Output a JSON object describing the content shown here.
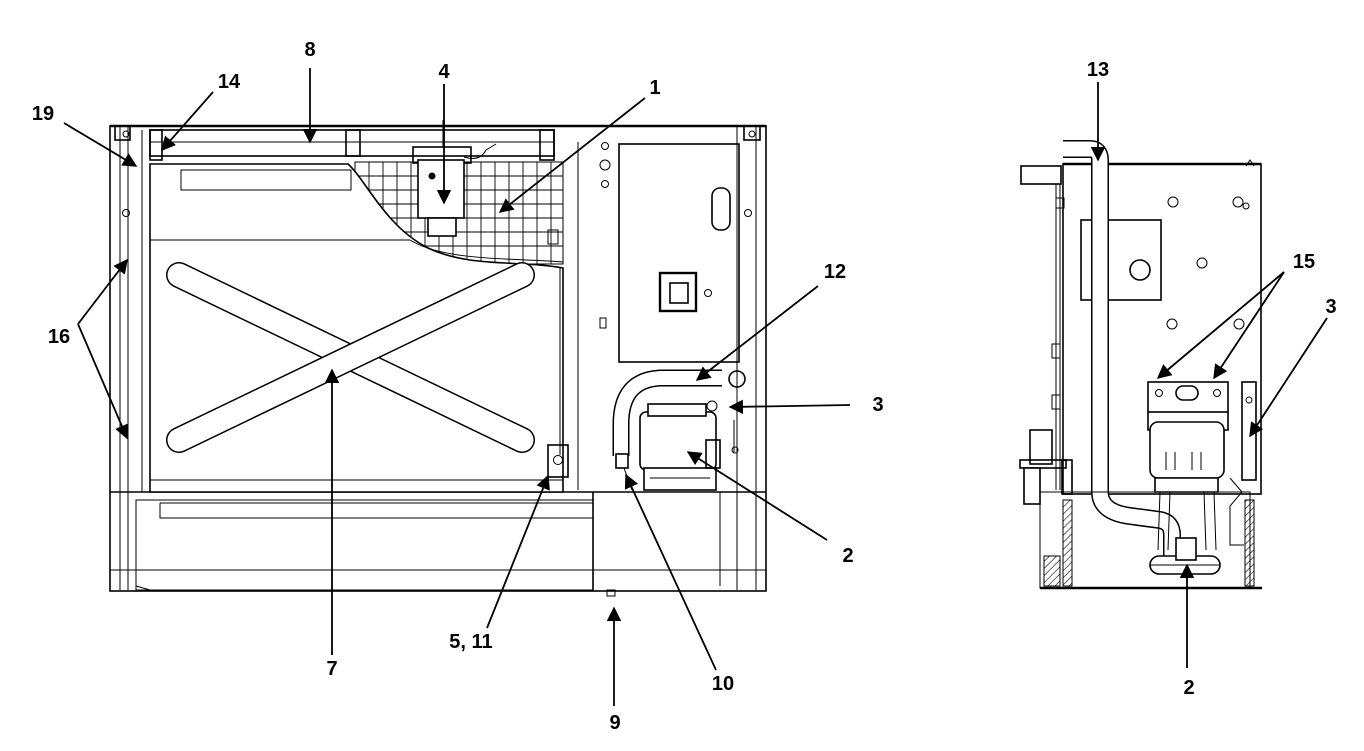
{
  "callouts": {
    "front_view": {
      "c1": "1",
      "c2": "2",
      "c3": "3",
      "c4": "4",
      "c5_11": "5, 11",
      "c7": "7",
      "c8": "8",
      "c9": "9",
      "c10": "10",
      "c12": "12",
      "c14": "14",
      "c16": "16",
      "c19": "19"
    },
    "side_view": {
      "c13": "13",
      "c15": "15",
      "c3": "3",
      "c2": "2"
    }
  },
  "colors": {
    "ink": "#000000",
    "paper": "#ffffff"
  }
}
